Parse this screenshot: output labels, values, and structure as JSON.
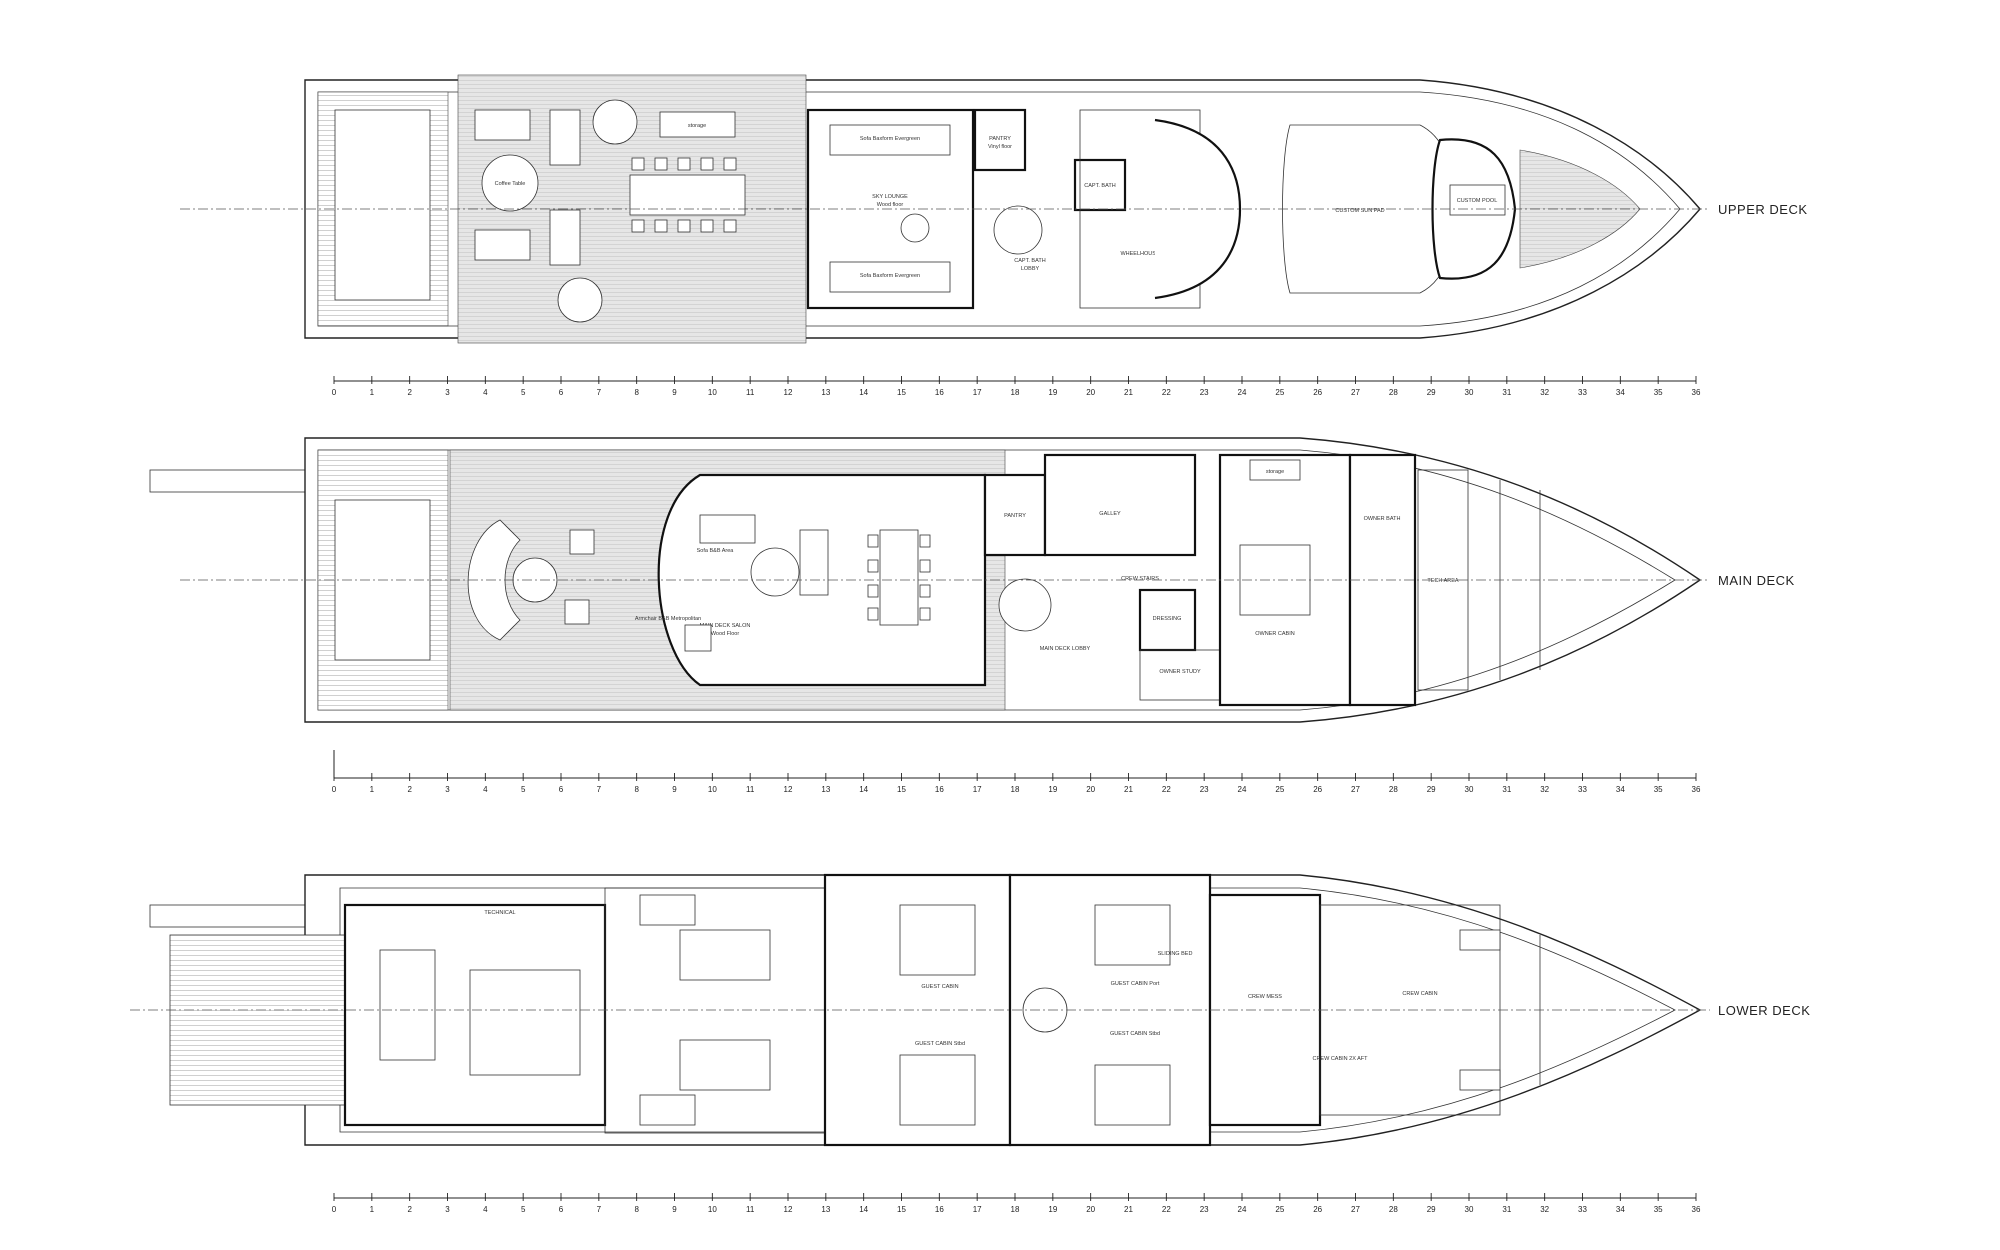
{
  "decks": [
    {
      "key": "upper",
      "title": "UPPER DECK",
      "rooms": [
        "Coffee Table",
        "storage",
        "Sofa Baxform Evergreen",
        "SKY LOUNGE",
        "Wood floor",
        "PANTRY",
        "Vinyl floor",
        "CAPT. BATH",
        "LOBBY",
        "WHEELHOUSE",
        "CUSTOM SUN PAD",
        "CUSTOM POOL"
      ]
    },
    {
      "key": "main",
      "title": "MAIN DECK",
      "rooms": [
        "Sofa B&B Area",
        "MAIN DECK SALON",
        "Wood Floor",
        "Armchair B&B Metropolitan",
        "PANTRY",
        "GALLEY",
        "CREW STAIRS",
        "MAIN DECK LOBBY",
        "DRESSING",
        "OWNER STUDY",
        "OWNER CABIN",
        "OWNER BATH",
        "TECH AREA",
        "storage"
      ]
    },
    {
      "key": "lower",
      "title": "LOWER DECK",
      "rooms": [
        "TECHNICAL",
        "GUEST CABIN",
        "GUEST CABIN Stbd",
        "GUEST CABIN Port",
        "SLIDING BED",
        "CREW MESS",
        "CREW CABIN",
        "CREW CABIN 2X AFT"
      ]
    }
  ],
  "scale": {
    "ticks": [
      "0",
      "1",
      "2",
      "3",
      "4",
      "5",
      "6",
      "7",
      "8",
      "9",
      "10",
      "11",
      "12",
      "13",
      "14",
      "15",
      "16",
      "17",
      "18",
      "19",
      "20",
      "21",
      "22",
      "23",
      "24",
      "25",
      "26",
      "27",
      "28",
      "29",
      "30",
      "31",
      "32",
      "33",
      "34",
      "35",
      "36"
    ]
  },
  "colors": {
    "line": "#222222",
    "wood_deck": "#c8c8c8",
    "background": "#ffffff"
  }
}
